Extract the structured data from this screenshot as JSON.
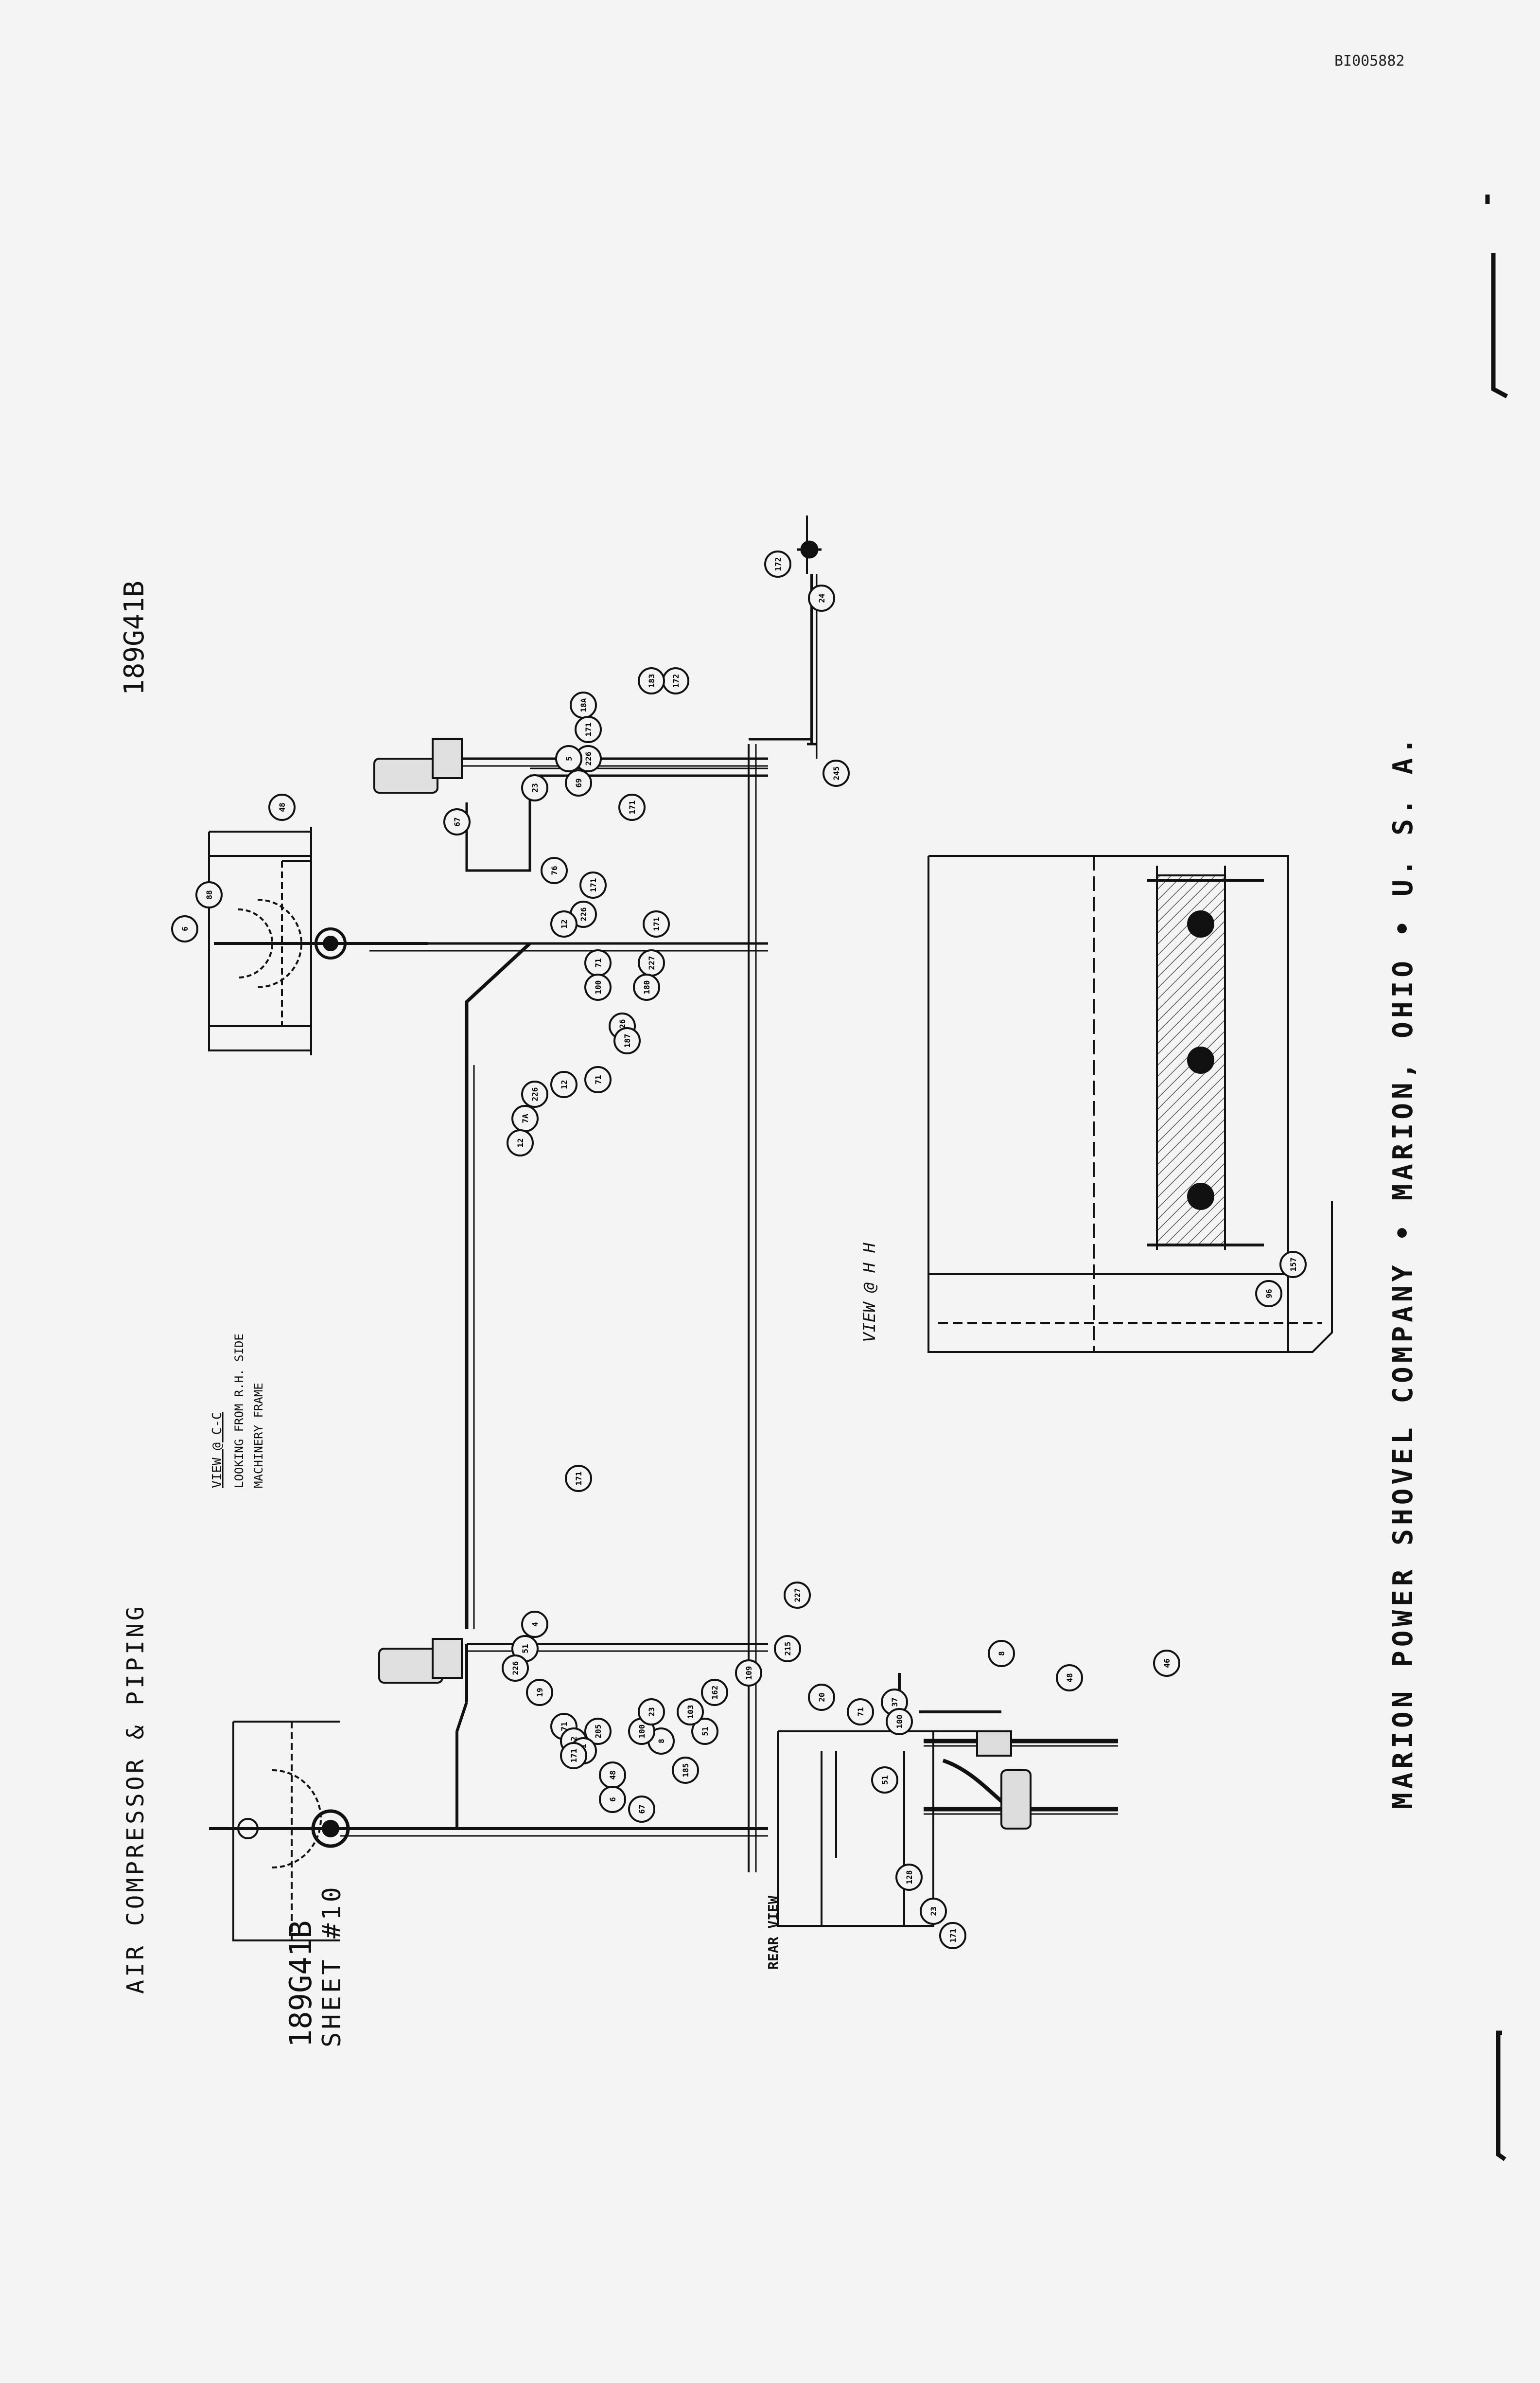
{
  "document_id": "BI005882",
  "drawing_number": "189G41B",
  "sheet": "SHEET #10",
  "title": "AIR COMPRESSOR & PIPING",
  "company": "MARION POWER SHOVEL COMPANY  •  MARION, OHIO  •  U. S. A.",
  "views": {
    "view_cc": "VIEW @ C-C",
    "view_cc_desc_1": "LOOKING FROM R.H. SIDE",
    "view_cc_desc_2": "MACHINERY FRAME",
    "view_hh": "VIEW @ H H",
    "rear_view": "REAR VIEW"
  },
  "balloons": {
    "upper": [
      "172",
      "24",
      "245",
      "171",
      "172",
      "183",
      "18A",
      "171",
      "226",
      "69",
      "5",
      "23",
      "67",
      "76",
      "171",
      "226",
      "12",
      "71",
      "88",
      "6",
      "48",
      "171",
      "227",
      "180",
      "100",
      "226",
      "187",
      "71",
      "12",
      "226",
      "7A",
      "12"
    ],
    "lower": [
      "171",
      "4",
      "51",
      "226",
      "19",
      "71",
      "12",
      "205",
      "171",
      "48",
      "6",
      "67",
      "8",
      "100",
      "23",
      "171",
      "185",
      "51",
      "103",
      "162",
      "109",
      "215",
      "227",
      "20",
      "71",
      "37",
      "100",
      "8",
      "51",
      "128",
      "23",
      "171",
      "48",
      "46",
      "157",
      "96"
    ]
  },
  "colors": {
    "ink": "#111111",
    "paper": "#f4f4f4"
  }
}
